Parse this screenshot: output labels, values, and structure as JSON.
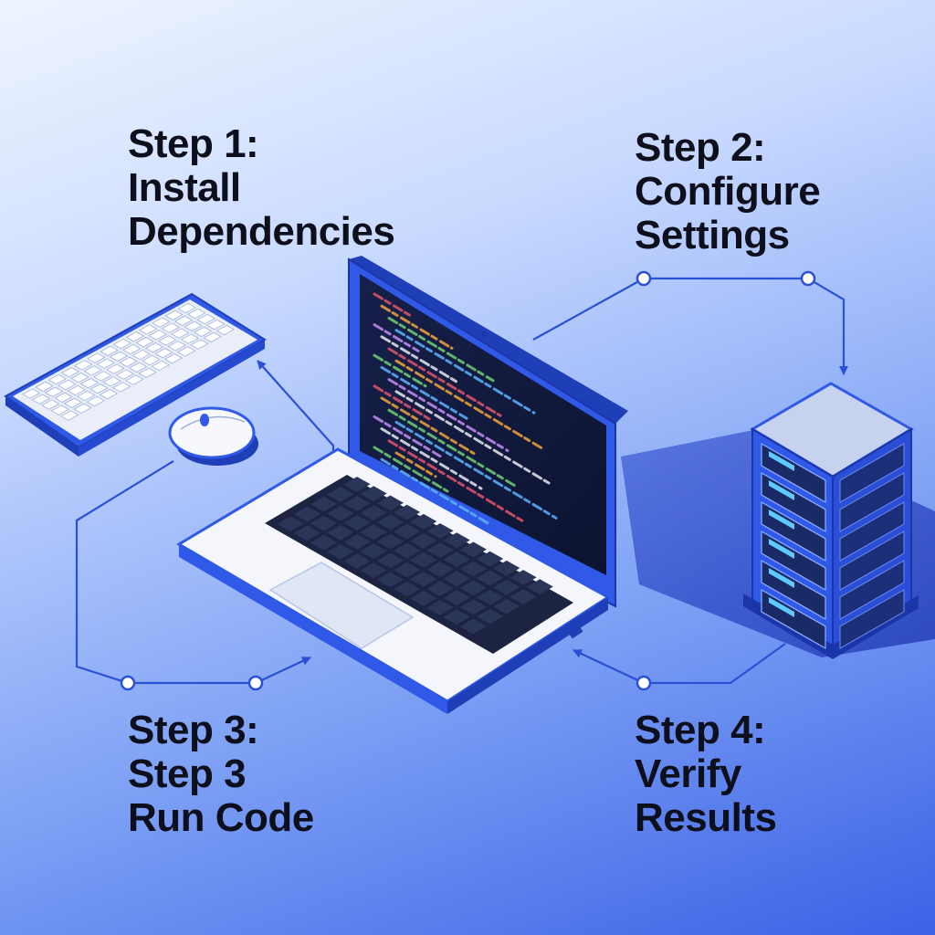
{
  "steps": [
    {
      "lines": [
        "Step 1:",
        "Install",
        "Dependencies"
      ]
    },
    {
      "lines": [
        "Step 2:",
        "Configure",
        "Settings"
      ]
    },
    {
      "lines": [
        "Step 3:",
        "Step 3",
        "Run Code"
      ]
    },
    {
      "lines": [
        "Step 4:",
        "Verify",
        "Results"
      ]
    }
  ],
  "colors": {
    "accent": "#2f59e6",
    "line": "#2a50d6",
    "text": "#0e0f1c",
    "screen": "#111a3a"
  },
  "icons": [
    "keyboard-icon",
    "mouse-icon",
    "laptop-icon",
    "server-icon"
  ]
}
